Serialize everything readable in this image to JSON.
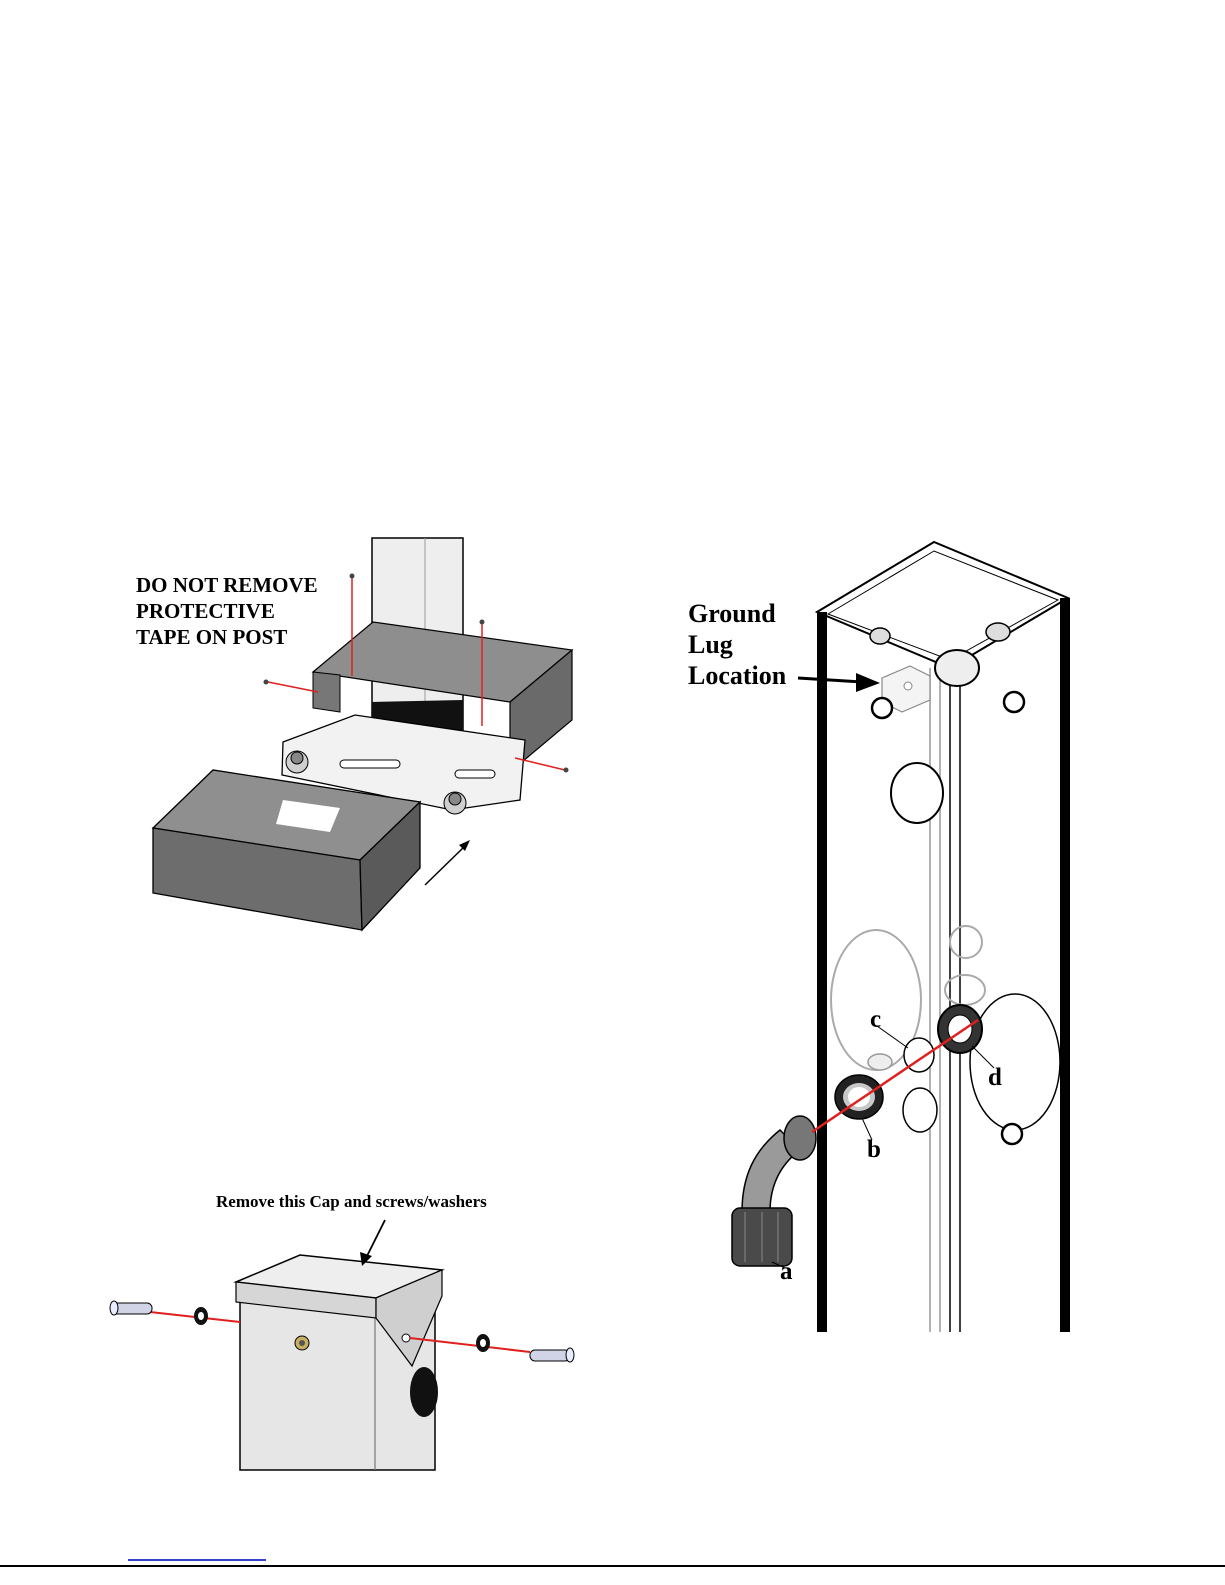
{
  "labels": {
    "protective_tape_warning": [
      "DO NOT REMOVE",
      "PROTECTIVE",
      "TAPE ON POST"
    ],
    "cap_instruction": "Remove this Cap and screws/washers",
    "ground_lug": [
      "Ground",
      "Lug",
      "Location"
    ],
    "parts": {
      "a": "a",
      "b": "b",
      "c": "c",
      "d": "d"
    }
  },
  "colors": {
    "line": "#000000",
    "leader": "#e0201e",
    "cover_dark": "#6f6f6f",
    "cover_top": "#8a8a8a",
    "post_light": "#e8e8e8",
    "link": "#3344cc"
  }
}
